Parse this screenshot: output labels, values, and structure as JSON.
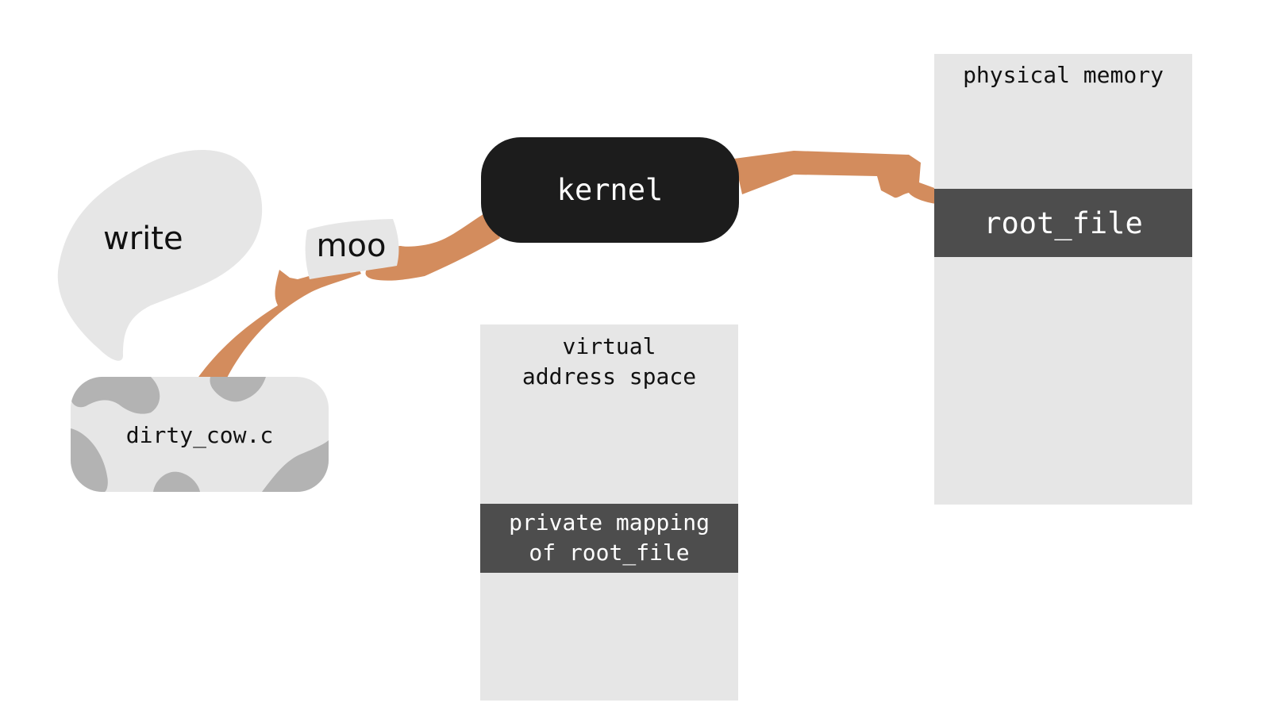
{
  "speech_bubble": {
    "label": "write"
  },
  "cow_file": {
    "label": "dirty_cow.c"
  },
  "paper": {
    "label": "moo"
  },
  "kernel": {
    "label": "kernel"
  },
  "virtual_space": {
    "title_line1": "virtual",
    "title_line2": "address space",
    "mapping_line1": "private mapping",
    "mapping_line2": "of root_file"
  },
  "physical_memory": {
    "title": "physical memory",
    "file": "root_file"
  },
  "colors": {
    "arm": "#d38c5d",
    "light_box": "#e6e6e6",
    "dark_box": "#4d4d4d",
    "kernel": "#1c1c1c",
    "cow_spot": "#b3b3b3"
  }
}
